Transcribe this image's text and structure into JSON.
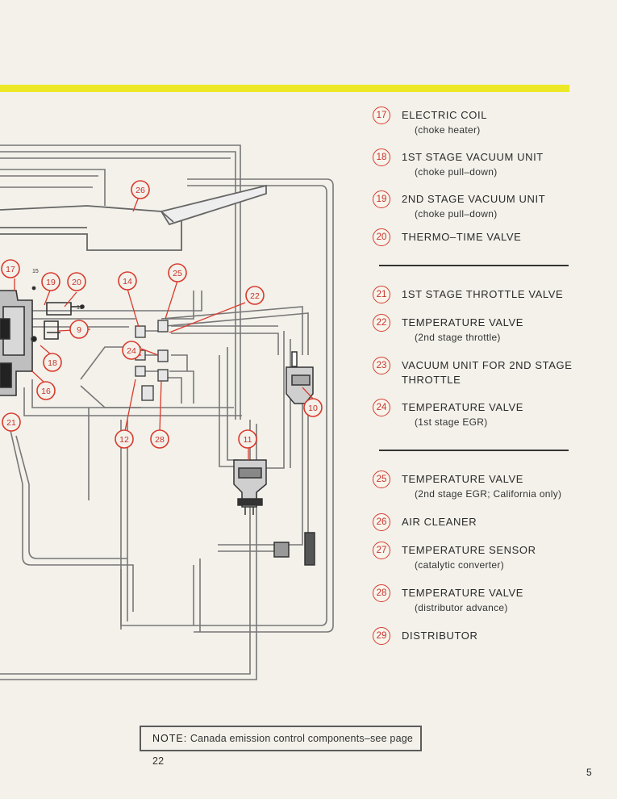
{
  "legend": [
    {
      "num": "17",
      "title": "ELECTRIC COIL",
      "sub": "(choke heater)"
    },
    {
      "num": "18",
      "title": "1ST STAGE VACUUM UNIT",
      "sub": "(choke pull–down)"
    },
    {
      "num": "19",
      "title": "2ND STAGE VACUUM UNIT",
      "sub": "(choke pull–down)"
    },
    {
      "num": "20",
      "title": "THERMO–TIME VALVE",
      "sub": ""
    },
    {
      "num": "21",
      "title": "1ST STAGE THROTTLE VALVE",
      "sub": ""
    },
    {
      "num": "22",
      "title": "TEMPERATURE VALVE",
      "sub": "(2nd stage throttle)"
    },
    {
      "num": "23",
      "title": "VACUUM UNIT FOR 2ND STAGE THROTTLE",
      "sub": ""
    },
    {
      "num": "24",
      "title": "TEMPERATURE VALVE",
      "sub": "(1st stage EGR)"
    },
    {
      "num": "25",
      "title": "TEMPERATURE VALVE",
      "sub": "(2nd stage EGR; California only)"
    },
    {
      "num": "26",
      "title": "AIR CLEANER",
      "sub": ""
    },
    {
      "num": "27",
      "title": "TEMPERATURE SENSOR",
      "sub": "(catalytic converter)"
    },
    {
      "num": "28",
      "title": "TEMPERATURE VALVE",
      "sub": "(distributor advance)"
    },
    {
      "num": "29",
      "title": "DISTRIBUTOR",
      "sub": ""
    }
  ],
  "diagram_callouts": {
    "c26": "26",
    "c17": "17",
    "c19": "19",
    "c20": "20",
    "c14": "14",
    "c25": "25",
    "c22": "22",
    "c9": "9",
    "c18": "18",
    "c24": "24",
    "c16": "16",
    "c21": "21",
    "c12": "12",
    "c28": "28",
    "c10": "10",
    "c11": "11"
  },
  "diagram_small_labels": {
    "t15a": "15",
    "t15b": "15"
  },
  "note": {
    "label": "NOTE:",
    "text": "Canada emission  control components–see page 22"
  },
  "page_number": "5",
  "colors": {
    "accent_yellow": "#ece826",
    "callout_red": "#d83a2c"
  }
}
